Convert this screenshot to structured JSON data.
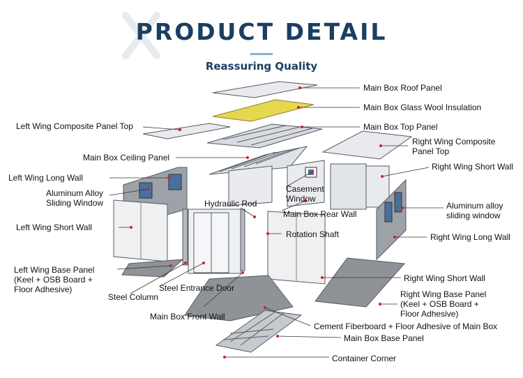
{
  "header": {
    "title": "PRODUCT DETAIL",
    "subtitle": "Reassuring Quality"
  },
  "labels": {
    "main_box_roof_panel": "Main Box Roof Panel",
    "main_box_glass_wool": "Main Box Glass Wool Insulation",
    "main_box_top_panel": "Main Box Top Panel",
    "left_wing_composite_top": "Left Wing Composite Panel Top",
    "right_wing_composite_top": "Right Wing Composite\nPanel Top",
    "main_box_ceiling_panel": "Main Box Ceiling Panel",
    "left_wing_long_wall": "Left Wing Long Wall",
    "right_wing_short_wall_top": "Right Wing Short Wall",
    "aluminum_alloy_sliding_window": "Aluminum Alloy\nSliding Window",
    "casement_window": "Casement\nWindow",
    "hydraulic_rod": "Hydraulic Rod",
    "main_box_rear_wall": "Main Box Rear Wall",
    "aluminum_alloy_sliding_window_right": "Aluminum alloy\nsliding window",
    "left_wing_short_wall": "Left Wing Short Wall",
    "rotation_shaft": "Rotation Shaft",
    "right_wing_long_wall": "Right Wing Long Wall",
    "left_wing_base_panel": "Left Wing Base Panel\n(Keel + OSB Board +\nFloor Adhesive)",
    "right_wing_short_wall_bottom": "Right Wing Short Wall",
    "steel_entrance_door": "Steel Entrance Door",
    "steel_column": "Steel Column",
    "right_wing_base_panel": "Right Wing Base Panel\n(Keel + OSB Board +\nFloor Adhesive)",
    "main_box_front_wall": "Main Box Front Wall",
    "cement_fiberboard": "Cement Fiberboard + Floor Adhesive of Main Box",
    "main_box_base_panel": "Main Box Base Panel",
    "container_corner": "Container Corner"
  },
  "colors": {
    "title": "#1a3f63",
    "marker": "#d42020",
    "leader": "#333333",
    "panel_fill": "#e9ebee",
    "panel_edge": "#555b63",
    "floor_fill": "#8f9398",
    "insulation_fill": "#e6d84e",
    "window_glass": "#4a6f9c"
  }
}
